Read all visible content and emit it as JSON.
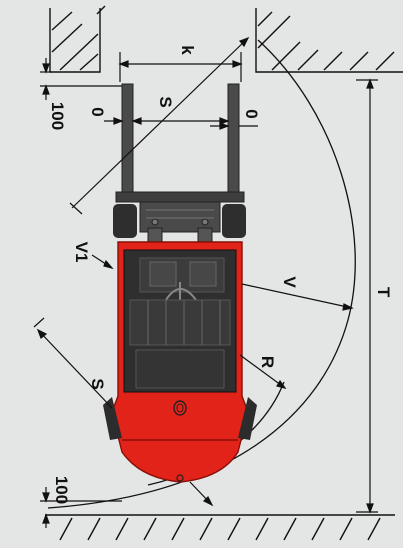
{
  "diagram": {
    "labels": {
      "k": "k",
      "s_fork": "S",
      "zero_left": "0",
      "zero_right": "0",
      "hundred_top": "100",
      "hundred_bottom": "100",
      "v1": "V1",
      "v": "V",
      "t": "T",
      "r": "R",
      "s_lower": "S"
    },
    "colors": {
      "background": "#e4e5e5",
      "body_red": "#e2231a",
      "dark_red": "#b5170f",
      "chassis": "#3a3a3a",
      "fork": "#4a4a4a",
      "line": "#111111"
    }
  }
}
